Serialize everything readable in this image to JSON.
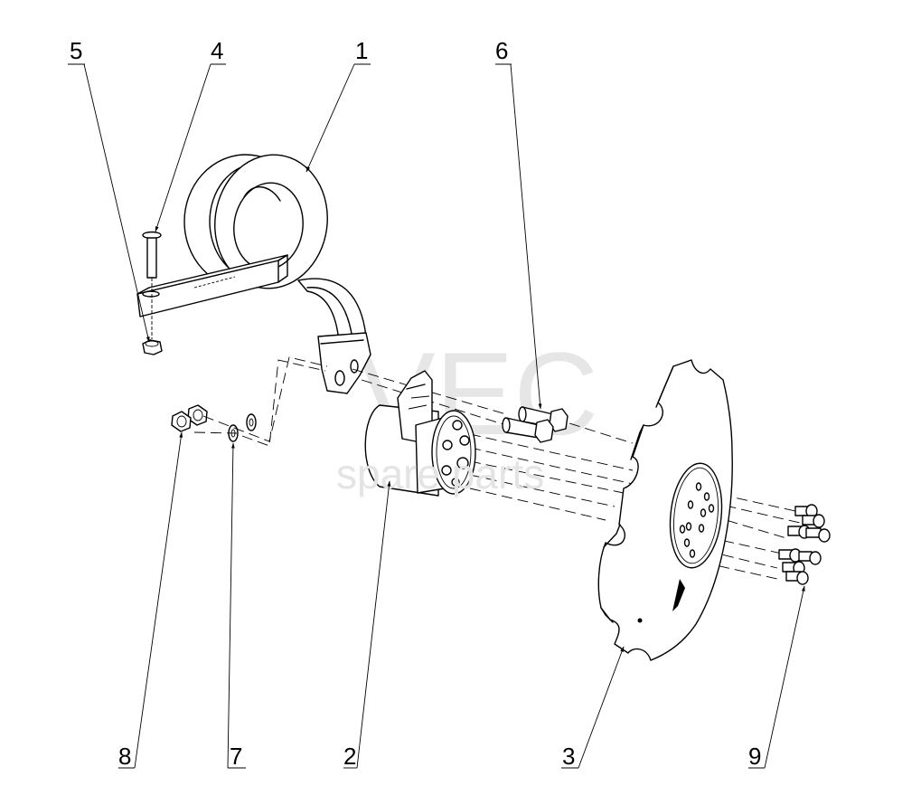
{
  "diagram": {
    "type": "exploded-parts-view",
    "colors": {
      "line": "#000000",
      "background": "#ffffff",
      "watermark": "#ececec"
    },
    "watermark": {
      "line1": "VEC",
      "line2": "spare parts"
    },
    "callouts": [
      {
        "id": "1",
        "label": "1",
        "part": "coil-spring-tine"
      },
      {
        "id": "2",
        "label": "2",
        "part": "hub-bearing-housing"
      },
      {
        "id": "3",
        "label": "3",
        "part": "notched-disc"
      },
      {
        "id": "4",
        "label": "4",
        "part": "countersunk-bolt"
      },
      {
        "id": "5",
        "label": "5",
        "part": "lock-nut"
      },
      {
        "id": "6",
        "label": "6",
        "part": "hex-bolts"
      },
      {
        "id": "7",
        "label": "7",
        "part": "washers"
      },
      {
        "id": "8",
        "label": "8",
        "part": "hex-nuts"
      },
      {
        "id": "9",
        "label": "9",
        "part": "disc-bolts"
      }
    ]
  }
}
